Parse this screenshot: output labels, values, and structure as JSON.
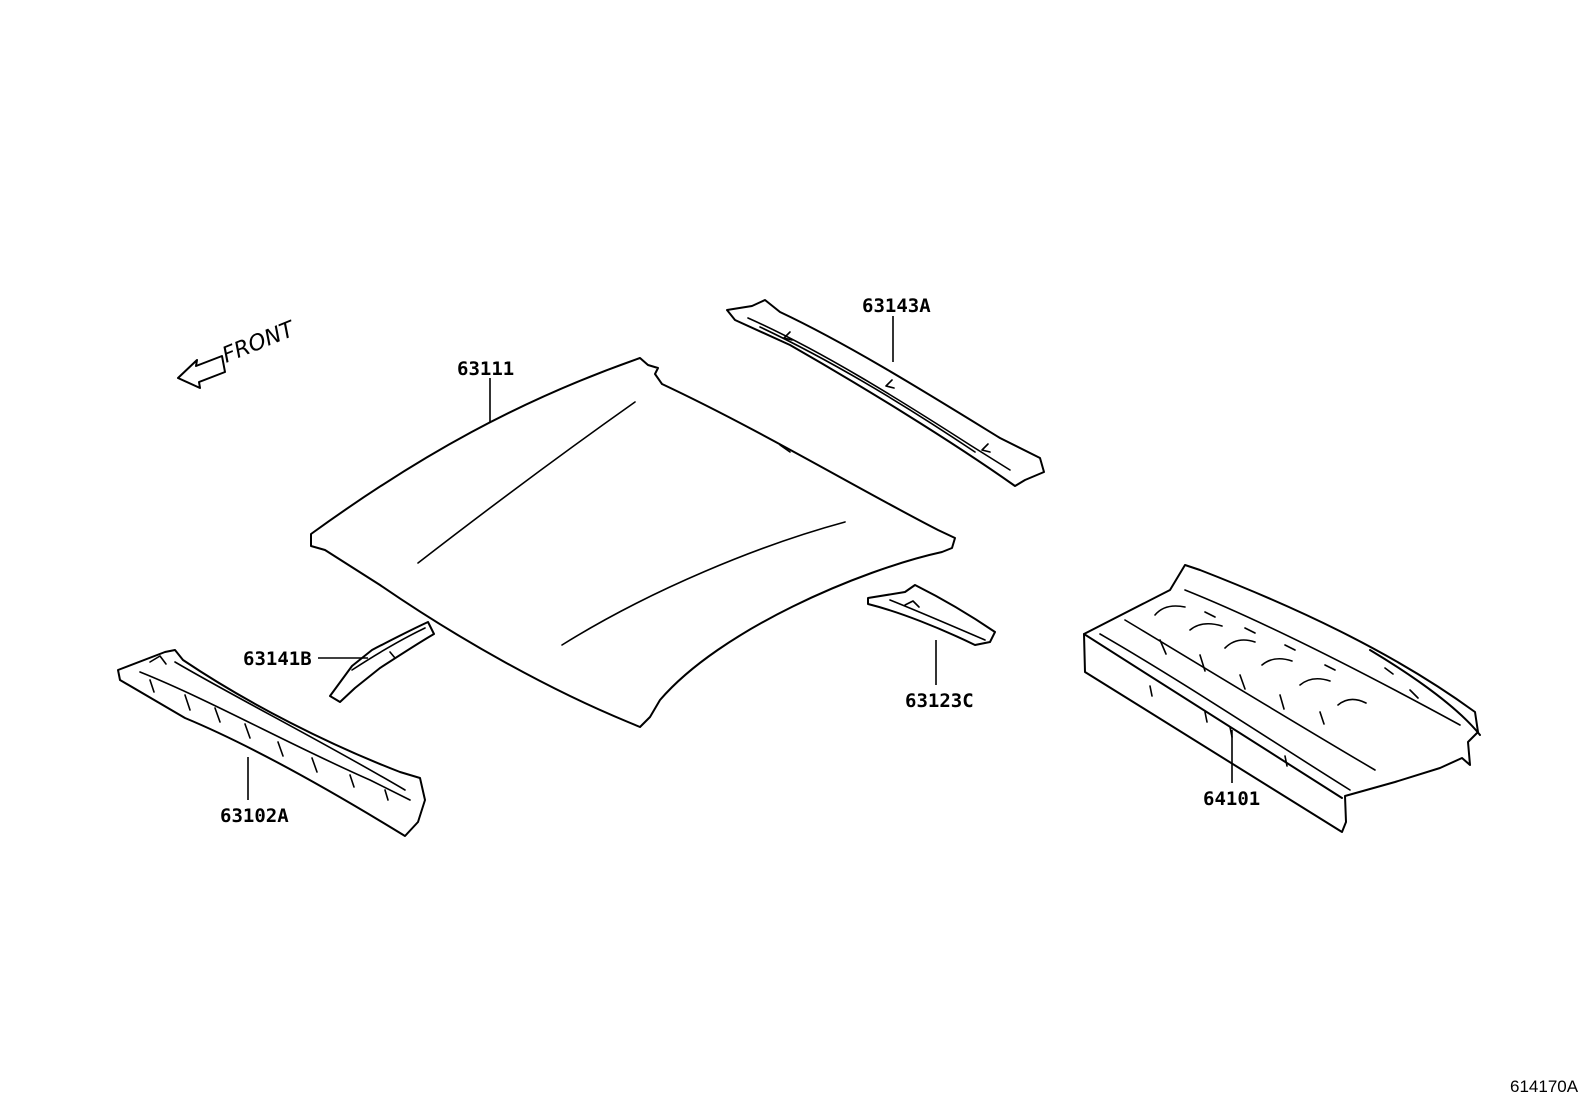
{
  "front_label": "FRONT",
  "figure_id": "614170A",
  "callouts": {
    "roof_panel": "63111",
    "rear_roof_rail": "63143A",
    "front_roof_rail": "63102A",
    "roof_bow_front": "63141B",
    "roof_bow_rear": "63123C",
    "package_tray": "64101"
  }
}
